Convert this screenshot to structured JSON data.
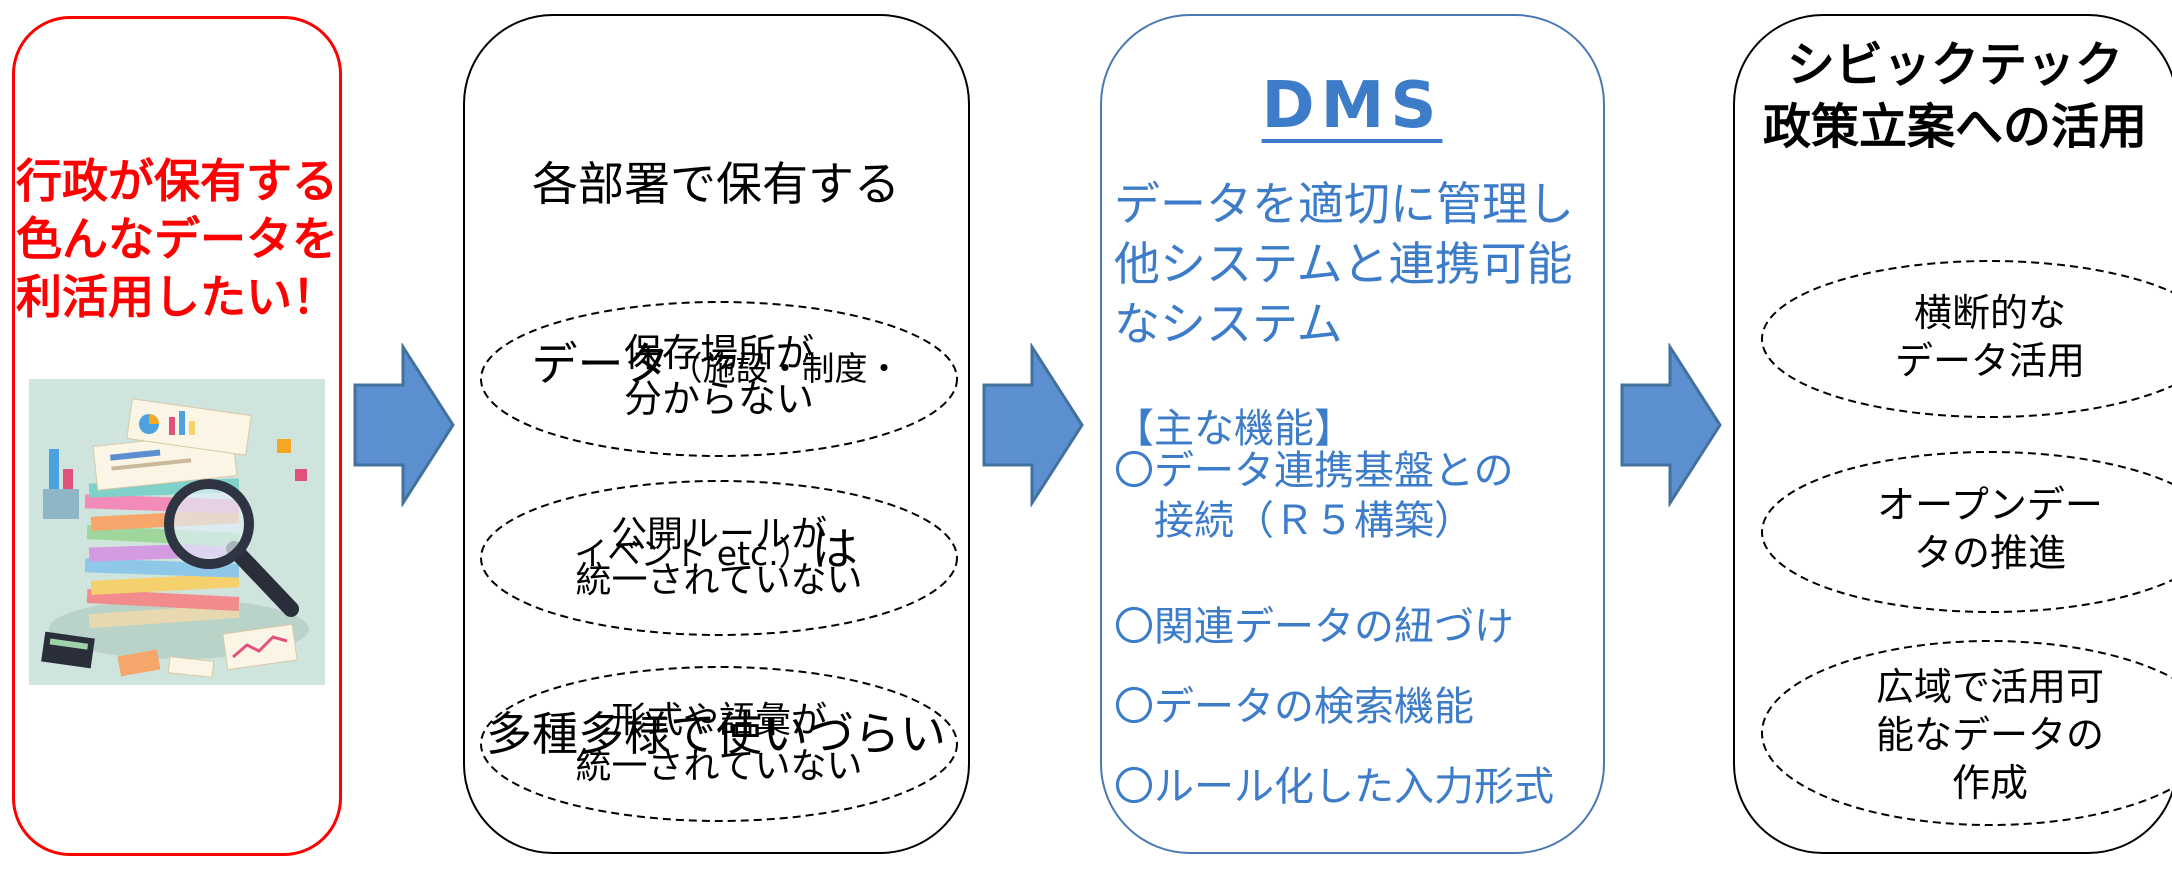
{
  "panel_need": {
    "title": "行政が保有する\n色んなデータを\n利活用したい！",
    "image_icons": [
      "documents-stack-icon",
      "magnifying-glass-icon",
      "calculator-icon",
      "chart-icon"
    ]
  },
  "panel_problem": {
    "title_line1": "各部署で保有する",
    "title_line2_main": "データ",
    "title_line2_small": "（施設・制度・",
    "title_line3_small": "イベント etc.）",
    "title_line3_main": "は",
    "title_line4": "多種多様で使いづらい",
    "issues": [
      "保存場所が\n分からない",
      "公開ルールが\n統一されていない",
      "形式や語彙が\n統一されていない"
    ]
  },
  "panel_dms": {
    "title": "DMS",
    "description": "データを適切に管理し\n他システムと連携可能\nなシステム",
    "features_heading": "【主な機能】",
    "features": [
      "〇データ連携基盤との\n　接続（Ｒ５構築）",
      "〇関連データの紐づけ",
      "〇データの検索機能",
      "〇ルール化した入力形式"
    ]
  },
  "panel_outcome": {
    "title": "シビックテック\n政策立案への活用",
    "outcomes": [
      "横断的な\nデータ活用",
      "オープンデー\nタの推進",
      "広域で活用可\n能なデータの\n作成"
    ]
  },
  "colors": {
    "red": "#ff0000",
    "blue_text": "#3d7cc9",
    "blue_border": "#4a78b4",
    "arrow_fill": "#5b8fd0",
    "arrow_stroke": "#41719c"
  }
}
